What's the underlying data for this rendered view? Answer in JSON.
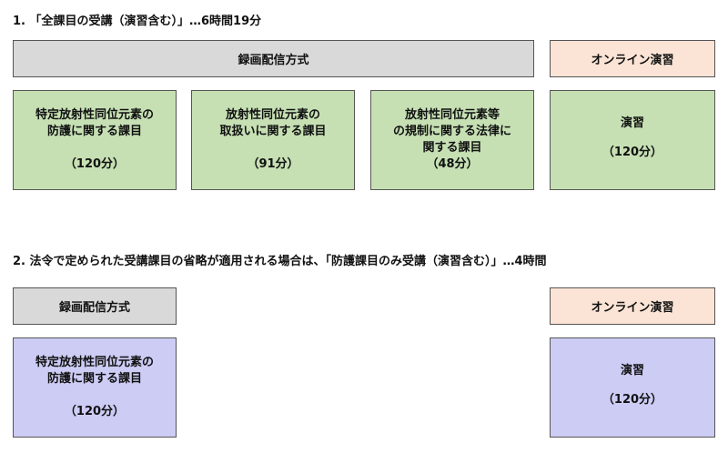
{
  "section1": {
    "heading": "1. 「全課目の受講（演習含む）」…6時間19分",
    "recorded_label": "録画配信方式",
    "online_label": "オンライン演習",
    "boxes": [
      {
        "lines": [
          "特定放射性同位元素の",
          "防護に関する課目"
        ],
        "duration": "（120分）"
      },
      {
        "lines": [
          "放射性同位元素の",
          "取扱いに関する課目"
        ],
        "duration": "（91分）"
      },
      {
        "lines": [
          "放射性同位元素等",
          "の規制に関する法律に",
          "関する課目"
        ],
        "duration": "（48分）"
      },
      {
        "lines": [
          "演習"
        ],
        "duration": "（120分）"
      }
    ]
  },
  "section2": {
    "heading": "2. 法令で定められた受講課目の省略が適用される場合は、「防護課目のみ受講（演習含む）」…4時間",
    "recorded_label": "録画配信方式",
    "online_label": "オンライン演習",
    "boxes": [
      {
        "lines": [
          "特定放射性同位元素の",
          "防護に関する課目"
        ],
        "duration": "（120分）"
      },
      {
        "lines": [
          "演習"
        ],
        "duration": "（120分）"
      }
    ]
  }
}
